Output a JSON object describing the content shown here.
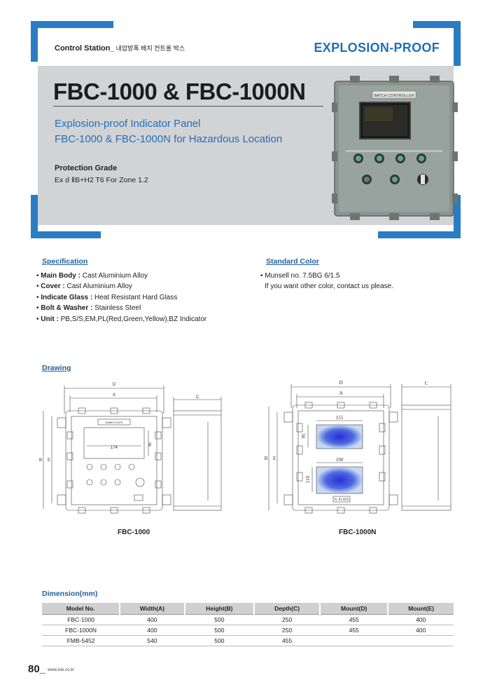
{
  "header": {
    "category": "Control Station_",
    "category_ko": "내압방폭 배치 컨트롤 박스",
    "badge": "EXPLOSION-PROOF",
    "title": "FBC-1000 & FBC-1000N",
    "subtitle1": "Explosion-proof Indicator Panel",
    "subtitle2": "FBC-1000 & FBC-1000N for Hazardous Location",
    "protection_label": "Protection Grade",
    "protection_value": "Ex d  ⅡB+H2 T6 For Zone 1.2"
  },
  "product_image": {
    "nameplate": "BATCH CONTROLLER"
  },
  "specification": {
    "heading": "Specification",
    "items": [
      {
        "key": "Main Body :",
        "value": " Cast Aluminium Alloy"
      },
      {
        "key": "Cover :",
        "value": " Cast Aluminium Alloy"
      },
      {
        "key": "Indicate Glass :",
        "value": " Heat Resistant Hard Glass"
      },
      {
        "key": "Bolt & Washer :",
        "value": " Stainless Steel"
      },
      {
        "key": "Unit :",
        "value": " PB,S/S,EM,PL(Red,Green,Yellow),BZ Indicator"
      }
    ]
  },
  "standard_color": {
    "heading": "Standard Color",
    "line1": "• Munsell no. 7.5BG 6/1.5",
    "line2": "  If you want other color, contact us please."
  },
  "drawing": {
    "heading": "Drawing",
    "left": {
      "caption": "FBC-1000",
      "dim_d": "D",
      "dim_a": "A",
      "dim_c": "C",
      "dim_b": "B",
      "dim_e": "E",
      "nameplate": "NAME PLATE",
      "window_w": "174",
      "window_h": "86"
    },
    "right": {
      "caption": "FBC-1000N",
      "dim_d": "D",
      "dim_a": "A",
      "dim_c": "C",
      "dim_b": "B",
      "dim_e": "E",
      "w1": "155",
      "h1": "95",
      "w2": "190",
      "h2": "110",
      "plate": "N.   PLATE"
    }
  },
  "dimension": {
    "heading": "Dimension(mm)",
    "columns": [
      "Model No.",
      "Width(A)",
      "Height(B)",
      "Depth(C)",
      "Mount(D)",
      "Mount(E)"
    ],
    "rows": [
      [
        "FBC-1000",
        "400",
        "500",
        "250",
        "455",
        "400"
      ],
      [
        "FBC-1000N",
        "400",
        "500",
        "250",
        "455",
        "400"
      ],
      [
        "FMB-5452",
        "540",
        "500",
        "455",
        "",
        ""
      ]
    ]
  },
  "footer": {
    "page": "80_",
    "url": "www.isie.co.kr"
  },
  "colors": {
    "accent": "#2a7cc4",
    "title_blue": "#1f6fba",
    "panel_gray": "#d2d3d5"
  }
}
